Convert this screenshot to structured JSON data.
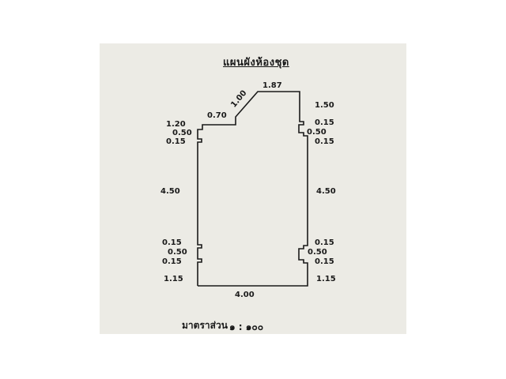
{
  "title": "แผนผังห้องชุด",
  "dimensions": {
    "top": "1.87",
    "diagonal": "1.00",
    "notch_top": "0.70",
    "right_top": "1.50",
    "left_top": "1.20",
    "right_seg_a": "0.15",
    "right_seg_b": "0.50",
    "right_seg_c": "0.15",
    "left_seg_a": "0.50",
    "left_seg_b": "0.15",
    "left_mid": "4.50",
    "right_mid": "4.50",
    "left_low_a": "0.15",
    "left_low_b": "0.50",
    "left_low_c": "0.15",
    "right_low_a": "0.15",
    "right_low_b": "0.50",
    "right_low_c": "0.15",
    "left_bottom": "1.15",
    "right_bottom": "1.15",
    "bottom": "4.00"
  },
  "scale": {
    "label": "มาตราส่วน",
    "ratio": "๑ : ๑๐๐"
  }
}
